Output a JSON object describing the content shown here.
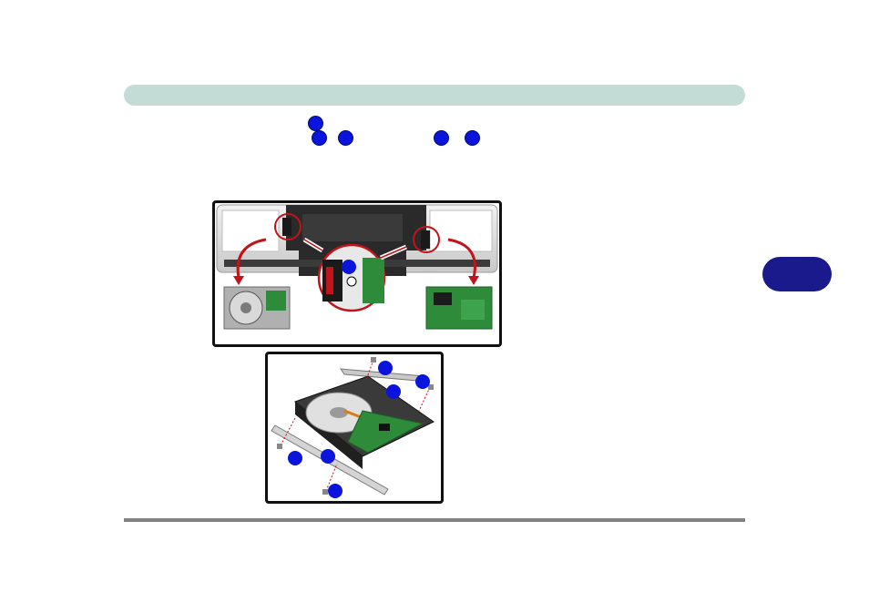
{
  "colors": {
    "header_bar": "#c3dcd6",
    "footer_rule": "#808080",
    "chapter_tab": "#1a1a8c",
    "callout_fill": "#0a14dc",
    "arrow_red": "#c0141a",
    "figure_border": "#111111"
  },
  "figures": [
    {
      "name": "hdd-removal-photo",
      "callout_count": 1
    },
    {
      "name": "hdd-bracket-screws-photo",
      "callout_count": 6
    }
  ],
  "text_callouts": {
    "count": 5
  },
  "icons": [
    "circle-callout",
    "curved-arrow",
    "hard-disk-drive",
    "screw"
  ]
}
